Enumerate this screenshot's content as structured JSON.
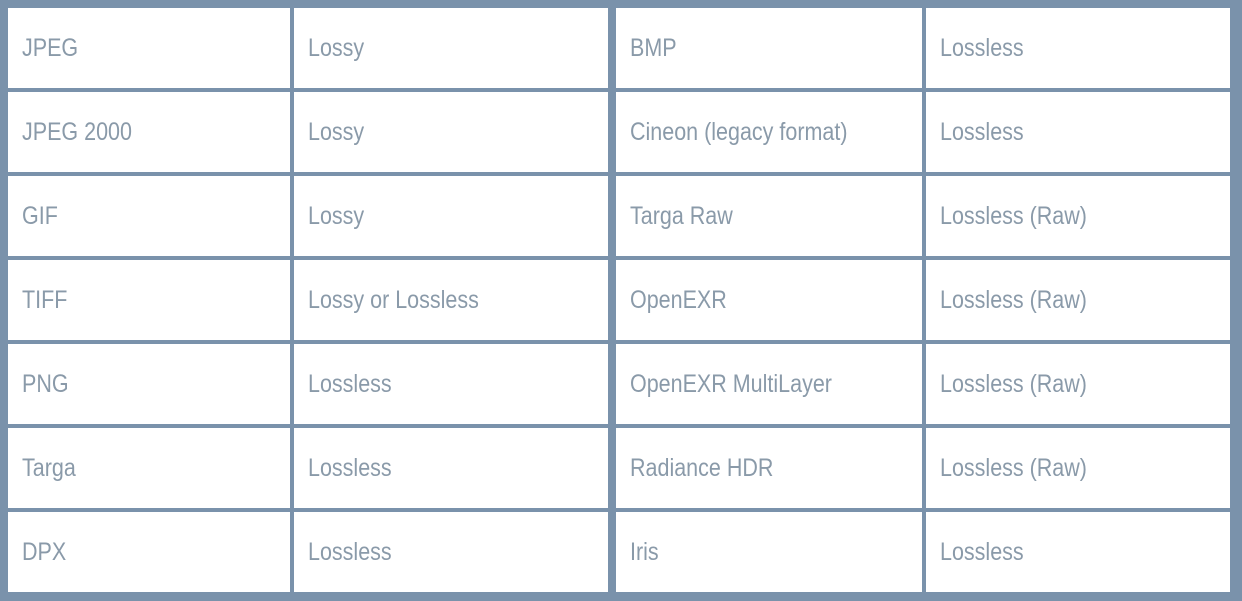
{
  "table": {
    "rows": [
      {
        "format_a": "JPEG",
        "type_a": "Lossy",
        "format_b": "BMP",
        "type_b": "Lossless"
      },
      {
        "format_a": "JPEG 2000",
        "type_a": "Lossy",
        "format_b": "Cineon (legacy format)",
        "type_b": "Lossless"
      },
      {
        "format_a": "GIF",
        "type_a": "Lossy",
        "format_b": "Targa Raw",
        "type_b": "Lossless (Raw)"
      },
      {
        "format_a": "TIFF",
        "type_a": "Lossy or Lossless",
        "format_b": "OpenEXR",
        "type_b": "Lossless (Raw)"
      },
      {
        "format_a": "PNG",
        "type_a": "Lossless",
        "format_b": "OpenEXR MultiLayer",
        "type_b": "Lossless (Raw)"
      },
      {
        "format_a": "Targa",
        "type_a": "Lossless",
        "format_b": "Radiance HDR",
        "type_b": "Lossless (Raw)"
      },
      {
        "format_a": "DPX",
        "type_a": "Lossless",
        "format_b": "Iris",
        "type_b": "Lossless"
      }
    ]
  },
  "colors": {
    "border": "#7a92ab",
    "cell_background": "#ffffff",
    "text": "#8a9aa9"
  }
}
